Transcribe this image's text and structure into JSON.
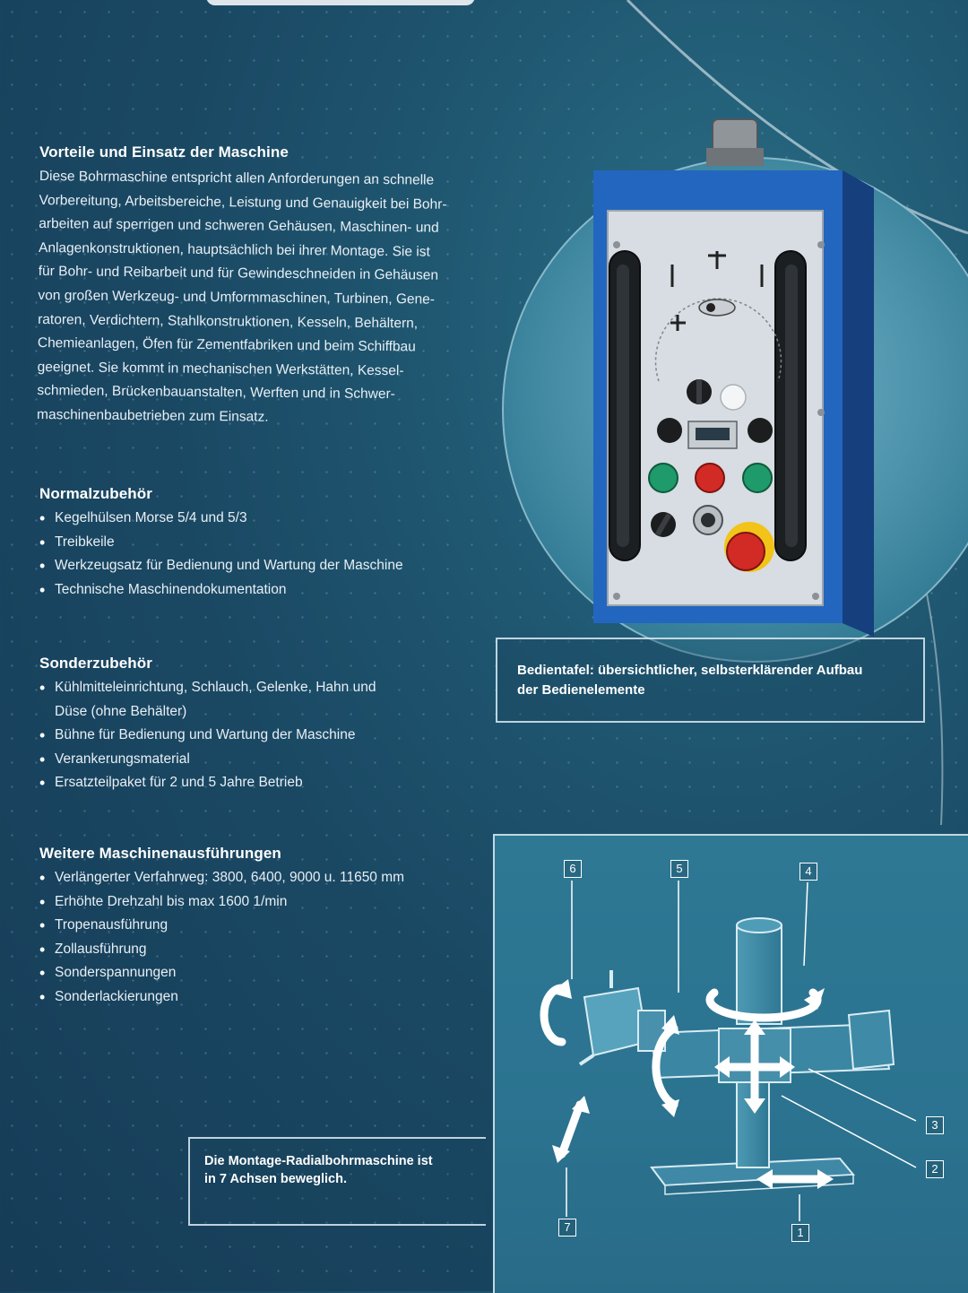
{
  "sections": {
    "advantages": {
      "heading": "Vorteile und Einsatz der Maschine",
      "lines": [
        "Diese Bohrmaschine entspricht allen Anforderungen an schnelle",
        "Vorbereitung, Arbeitsbereiche, Leistung und Genauigkeit bei Bohr-",
        "arbeiten auf sperrigen und schweren Gehäusen, Maschinen- und",
        "Anlagenkonstruktionen, hauptsächlich bei ihrer Montage. Sie ist",
        "für Bohr- und Reibarbeit und für Gewindeschneiden in Gehäusen",
        "von großen Werkzeug- und Umformmaschinen, Turbinen, Gene-",
        "ratoren, Verdichtern, Stahlkonstruktionen, Kesseln, Behältern,",
        "Chemieanlagen, Öfen für Zementfabriken und beim Schiffbau",
        "geeignet. Sie kommt in mechanischen Werkstätten, Kessel-",
        "schmieden, Brückenbauanstalten, Werften und in Schwer-",
        "maschinenbaubetrieben zum Einsatz."
      ]
    },
    "standard": {
      "heading": "Normalzubehör",
      "items": [
        "Kegelhülsen Morse 5/4 und 5/3",
        "Treibkeile",
        "Werkzeugsatz für Bedienung und Wartung der Maschine",
        "Technische Maschinendokumentation"
      ]
    },
    "special": {
      "heading": "Sonderzubehör",
      "items": [
        "Kühlmitteleinrichtung, Schlauch, Gelenke, Hahn und",
        "Bühne für Bedienung und Wartung der Maschine",
        "Verankerungsmaterial",
        "Ersatzteilpaket für 2 und 5 Jahre Betrieb"
      ],
      "item1_cont": "Düse (ohne Behälter)"
    },
    "variants": {
      "heading": "Weitere Maschinenausführungen",
      "items": [
        "Verlängerter Verfahrweg: 3800, 6400, 9000 u. 11650 mm",
        "Erhöhte Drehzahl bis max 1600 1/min",
        "Tropenausführung",
        "Zollausführung",
        "Sonderspannungen",
        "Sonderlackierungen"
      ]
    }
  },
  "captions": {
    "panel_line1": "Bedientafel: übersichtlicher, selbsterklärender Aufbau",
    "panel_line2": "der Bedienelemente",
    "axes_line1": "Die Montage-Radialbohrmaschine ist",
    "axes_line2": "in 7 Achsen beweglich."
  },
  "diagram_labels": {
    "l1": "1",
    "l2": "2",
    "l3": "3",
    "l4": "4",
    "l5": "5",
    "l6": "6",
    "l7": "7"
  },
  "colors": {
    "background": "#1a4863",
    "panel_blue": "#1e5fb5",
    "button_green": "#1f9a6a",
    "button_red": "#d22a25",
    "emergency_yellow": "#f2c318"
  }
}
